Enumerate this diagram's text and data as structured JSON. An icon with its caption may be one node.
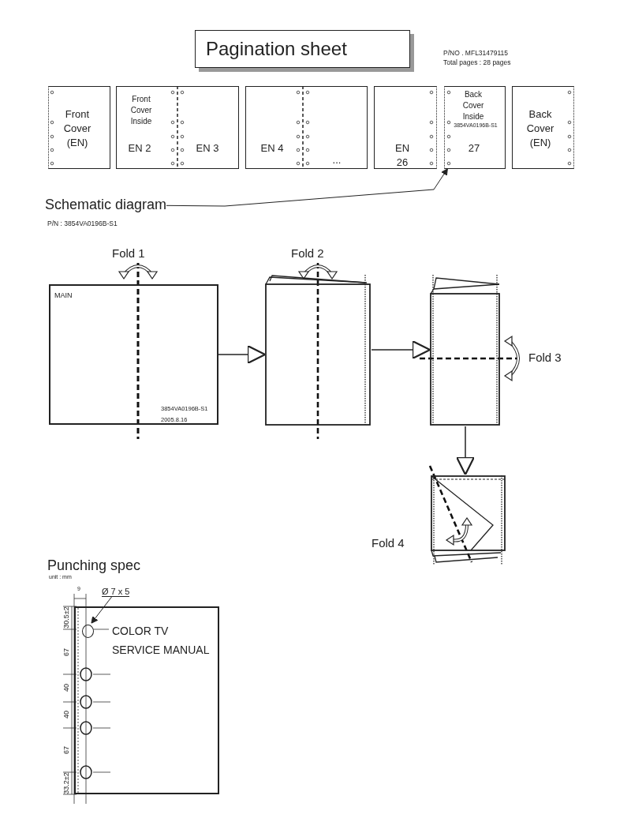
{
  "diagram": {
    "title": "Pagination sheet",
    "nodes": [
      {
        "text": [
          "Front Cover (EN)"
        ]
      },
      {
        "text": [
          "Front Cover Inside",
          "EN 2",
          "EN 3"
        ]
      },
      {
        "text": [
          "EN 4",
          "..."
        ]
      },
      {
        "text": [
          "EN 26"
        ]
      },
      {
        "text": [
          "Back Cover Inside",
          "3854VA0196B-S1",
          "27"
        ]
      },
      {
        "text": [
          "Back Cover (EN)"
        ]
      },
      {
        "text": [
          "Schematic diagram"
        ]
      },
      {
        "text": [
          "MAIN",
          "3854VA0196B-S1",
          "2005.8.16"
        ],
        "beside": [
          "Fold 1"
        ]
      },
      {
        "text": [],
        "shape": "box",
        "beside": [
          "Fold 2"
        ]
      },
      {
        "text": [],
        "shape": "box",
        "beside": [
          "Fold 3"
        ]
      },
      {
        "text": [],
        "shape": "box",
        "beside": [
          "Fold 4"
        ]
      },
      {
        "text": [
          "COLOR TV SERVICE MANUAL"
        ]
      },
      {
        "text": [
          "Ø 7 x 5"
        ]
      },
      {
        "text": [],
        "shape": "circle",
        "in": 11
      }
    ],
    "edges": [
      {
        "from": 6,
        "to": 4,
        "arrow": "to"
      },
      {
        "from": 7,
        "to": 8,
        "arrow": "to"
      },
      {
        "from": 8,
        "to": 9,
        "arrow": "to"
      },
      {
        "from": 9,
        "to": 10,
        "arrow": "to"
      },
      {
        "from": 12,
        "to": 13,
        "arrow": "to"
      }
    ],
    "labels": [
      "P/NO . MFL31479115",
      "Total pages : 28 pages",
      "P/N : 3854VA0196B-S1",
      "Punching spec",
      "unit : mm",
      "9",
      "30.5±2",
      "67",
      "40",
      "40",
      "67",
      "33.2±2"
    ]
  }
}
